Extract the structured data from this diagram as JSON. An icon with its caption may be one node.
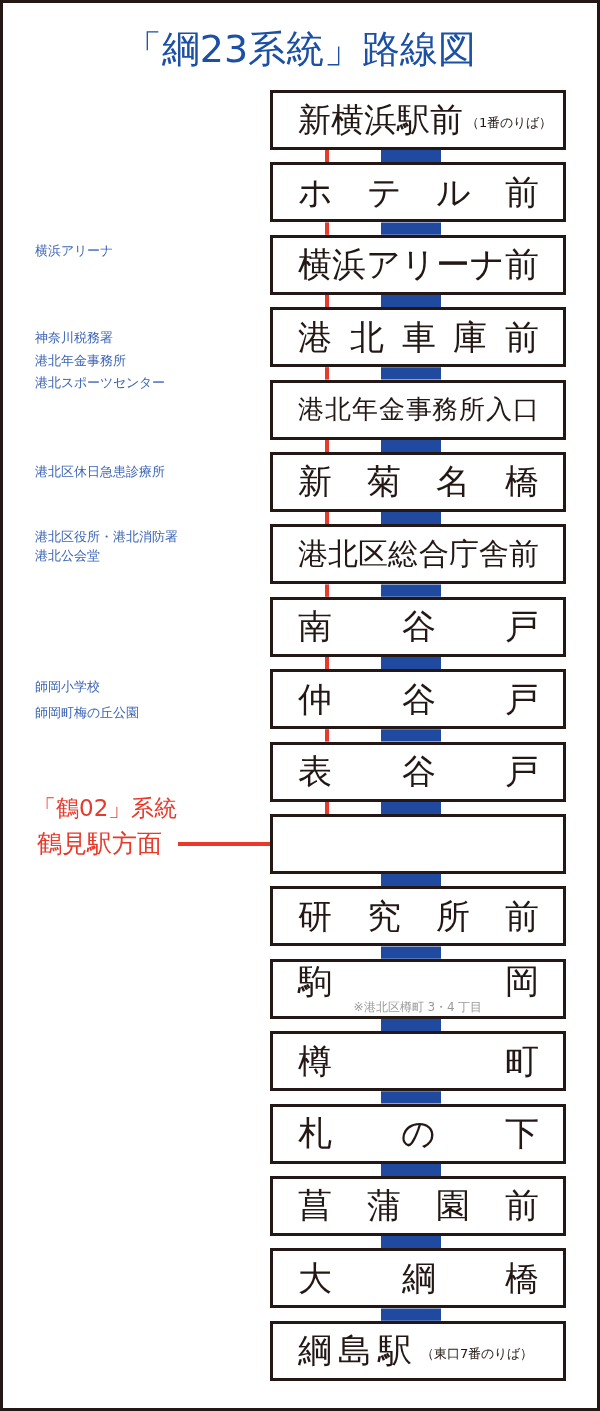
{
  "diagram": {
    "title": "「綱23系統」路線図",
    "nodes": [
      {
        "text": [
          "新横浜駅前",
          "（1番のりば）"
        ]
      },
      {
        "text": [
          "ホテル前"
        ]
      },
      {
        "text": [
          "横浜アリーナ前"
        ]
      },
      {
        "text": [
          "港北車庫前"
        ]
      },
      {
        "text": [
          "港北年金事務所入口"
        ]
      },
      {
        "text": [
          "新菊名橋"
        ]
      },
      {
        "text": [
          "港北区総合庁舎前"
        ]
      },
      {
        "text": [
          "南谷戸"
        ]
      },
      {
        "text": [
          "仲谷戸"
        ]
      },
      {
        "text": [
          "表谷戸"
        ]
      },
      {
        "text": [],
        "shape": "box"
      },
      {
        "text": [
          "研究所前"
        ]
      },
      {
        "text": [
          "駒岡",
          "※港北区樽町 3・4 丁目"
        ]
      },
      {
        "text": [
          "樽町"
        ]
      },
      {
        "text": [
          "札の下"
        ]
      },
      {
        "text": [
          "菖蒲園前"
        ]
      },
      {
        "text": [
          "大綱橋"
        ]
      },
      {
        "text": [
          "綱島駅",
          "（東口7番のりば）"
        ]
      },
      {
        "text": [
          "「鶴02」系統",
          "鶴見駅方面"
        ]
      }
    ],
    "edges": [
      {
        "from": 0,
        "to": 1,
        "arrow": "none"
      },
      {
        "from": 1,
        "to": 2,
        "arrow": "none"
      },
      {
        "from": 2,
        "to": 3,
        "arrow": "none"
      },
      {
        "from": 3,
        "to": 4,
        "arrow": "none"
      },
      {
        "from": 4,
        "to": 5,
        "arrow": "none"
      },
      {
        "from": 5,
        "to": 6,
        "arrow": "none"
      },
      {
        "from": 6,
        "to": 7,
        "arrow": "none"
      },
      {
        "from": 7,
        "to": 8,
        "arrow": "none"
      },
      {
        "from": 8,
        "to": 9,
        "arrow": "none"
      },
      {
        "from": 9,
        "to": 10,
        "arrow": "none"
      },
      {
        "from": 10,
        "to": 11,
        "arrow": "none"
      },
      {
        "from": 11,
        "to": 12,
        "arrow": "none"
      },
      {
        "from": 12,
        "to": 13,
        "arrow": "none"
      },
      {
        "from": 13,
        "to": 14,
        "arrow": "none"
      },
      {
        "from": 14,
        "to": 15,
        "arrow": "none"
      },
      {
        "from": 15,
        "to": 16,
        "arrow": "none"
      },
      {
        "from": 16,
        "to": 17,
        "arrow": "none"
      },
      {
        "from": 0,
        "to": 1,
        "arrow": "none",
        "color": "#e8392a"
      },
      {
        "from": 1,
        "to": 2,
        "arrow": "none",
        "color": "#e8392a"
      },
      {
        "from": 2,
        "to": 3,
        "arrow": "none",
        "color": "#e8392a"
      },
      {
        "from": 3,
        "to": 4,
        "arrow": "none",
        "color": "#e8392a"
      },
      {
        "from": 4,
        "to": 5,
        "arrow": "none",
        "color": "#e8392a"
      },
      {
        "from": 5,
        "to": 6,
        "arrow": "none",
        "color": "#e8392a"
      },
      {
        "from": 6,
        "to": 7,
        "arrow": "none",
        "color": "#e8392a"
      },
      {
        "from": 7,
        "to": 8,
        "arrow": "none",
        "color": "#e8392a"
      },
      {
        "from": 8,
        "to": 9,
        "arrow": "none",
        "color": "#e8392a"
      },
      {
        "from": 9,
        "to": 10,
        "arrow": "none",
        "color": "#e8392a"
      },
      {
        "from": 10,
        "to": 18,
        "arrow": "none",
        "color": "#e8392a"
      }
    ],
    "labels": [
      "横浜アリーナ",
      "神奈川税務署",
      "港北年金事務所",
      "港北スポーツセンター",
      "港北区休日急患診療所",
      "港北区役所・港北消防署",
      "港北公会堂",
      "師岡小学校",
      "師岡町梅の丘公園"
    ]
  }
}
